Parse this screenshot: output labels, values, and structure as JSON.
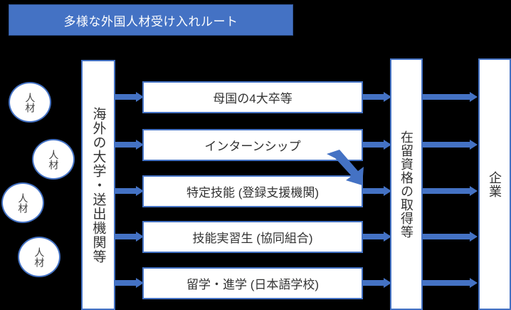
{
  "diagram": {
    "title": "多様な外国人材受け入れルート",
    "colors": {
      "accent": "#4472C4",
      "banner_bg": "#4472C4",
      "banner_text": "#FFFFFF",
      "box_fill": "#FFFFFF",
      "box_border": "#4472C4",
      "background": "#000000",
      "body_text": "#333333"
    },
    "talent_circles": [
      {
        "label": "人材"
      },
      {
        "label": "人材"
      },
      {
        "label": "人材"
      },
      {
        "label": "人材"
      }
    ],
    "columns": {
      "overseas": "海外の大学・送出機関等",
      "status": "在留資格の取得等",
      "company": "企業"
    },
    "routes": [
      {
        "label": "母国の4大卒等"
      },
      {
        "label": "インターンシップ"
      },
      {
        "label": "特定技能 (登録支援機関)"
      },
      {
        "label": "技能実習生 (協同組合)"
      },
      {
        "label": "留学・進学 (日本語学校)"
      }
    ],
    "flow": {
      "overseas_to_route": "arrow-right-icon",
      "route_to_status": "arrow-right-icon",
      "status_to_company": "arrow-right-icon",
      "internship_to_specified_skills": "arrow-diagonal-down-right-icon"
    }
  }
}
